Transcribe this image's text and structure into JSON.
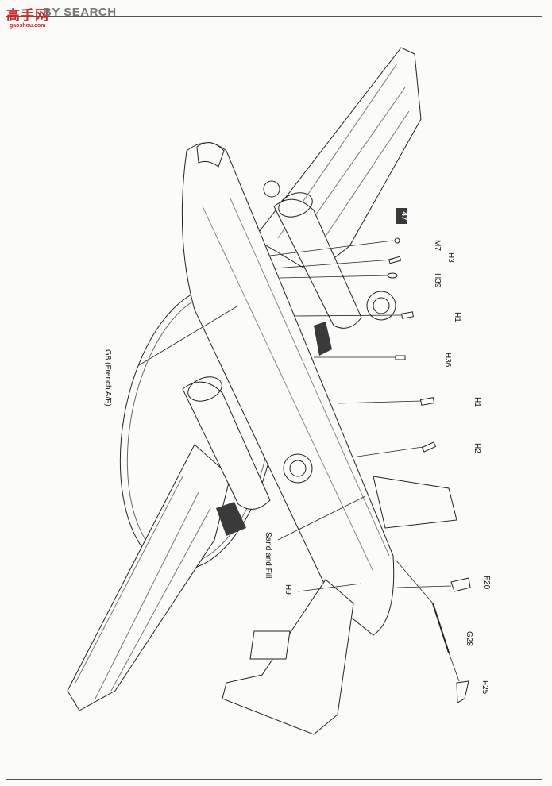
{
  "watermark": {
    "chars": "高手网",
    "word": "BY SEARCH",
    "url": "gaoshou.com"
  },
  "step_number": "47",
  "callouts": {
    "m7": "M7",
    "h3": "H3",
    "h39": "H39",
    "h1a": "H1",
    "h36": "H36",
    "h1b": "H1",
    "h2": "H2",
    "g8": "G8 (French A/F)",
    "sand": "Sand and Fill",
    "h9": "H9",
    "f20": "F20",
    "g28": "G28",
    "f25": "F25"
  }
}
